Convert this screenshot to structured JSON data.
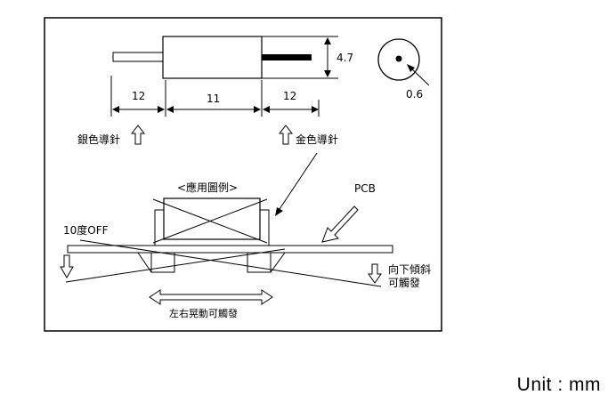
{
  "dimensions": {
    "diameter": "4.7",
    "pin_diameter": "0.6",
    "left_lead_length": "12",
    "body_length": "11",
    "right_lead_length": "12"
  },
  "labels": {
    "silver_lead": "銀色導針",
    "gold_lead": "金色導針",
    "application_diagram": "<應用圖例>",
    "pcb": "PCB",
    "tilt_off": "10度OFF",
    "tilt_down_line1": "向下傾斜",
    "tilt_down_line2": "可觸發",
    "side_shake": "左右晃動可觸發"
  },
  "unit": "Unit : mm"
}
